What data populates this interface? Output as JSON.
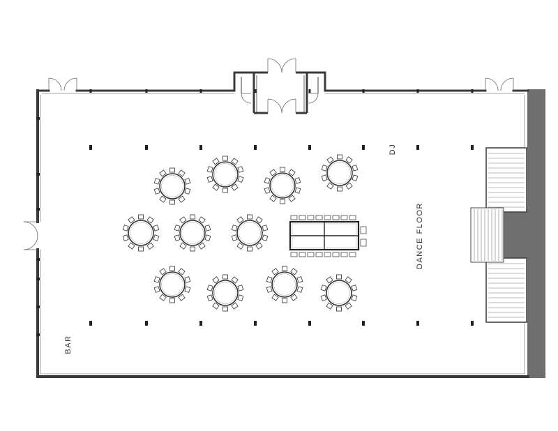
{
  "labels": {
    "bar": "BAR",
    "dj": "DJ",
    "dance_floor": "DANCE FLOOR"
  },
  "layout": {
    "round_tables": 11,
    "chairs_per_round_table": 10,
    "head_table_chairs_per_side": 8
  },
  "colors": {
    "wall": "#3a3a3a",
    "stair_block": "#6f6f6f",
    "line": "#555555"
  }
}
